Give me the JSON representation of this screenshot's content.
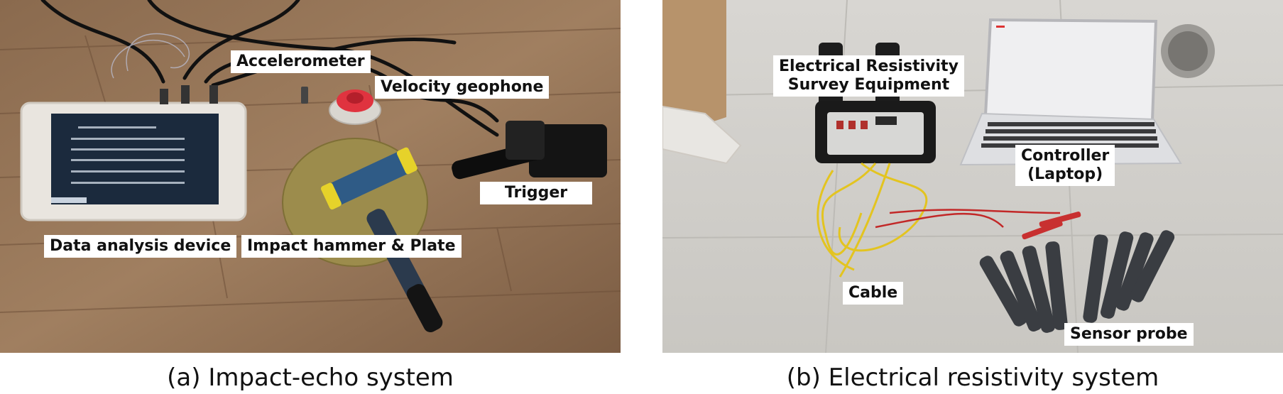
{
  "figure": {
    "panel_a": {
      "caption": "(a) Impact-echo system",
      "labels": {
        "accelerometer": "Accelerometer",
        "velocity_geophone": "Velocity geophone",
        "trigger": "Trigger",
        "data_analysis_device": "Data analysis device",
        "impact_hammer_plate": "Impact hammer & Plate"
      }
    },
    "panel_b": {
      "caption": "(b) Electrical resistivity system",
      "labels": {
        "survey_equipment_line1": "Electrical Resistivity",
        "survey_equipment_line2": "Survey Equipment",
        "controller_line1": "Controller",
        "controller_line2": "(Laptop)",
        "cable": "Cable",
        "sensor_probe": "Sensor probe"
      }
    }
  }
}
